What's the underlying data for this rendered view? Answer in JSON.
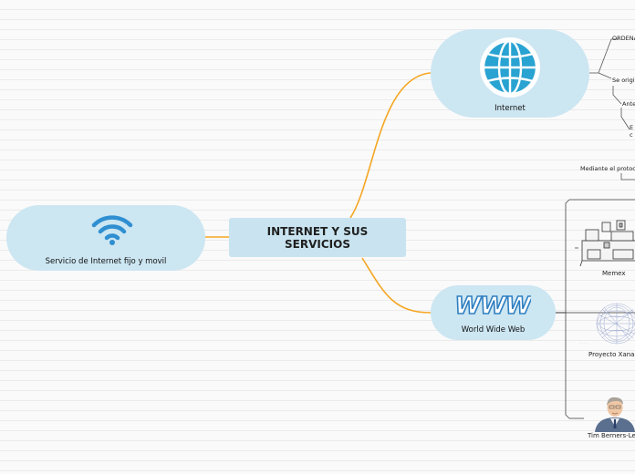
{
  "central": {
    "line1": "INTERNET Y SUS",
    "line2": "SERVICIOS"
  },
  "left_node": {
    "label": "Servicio de Internet fijo y movil",
    "icon": "wifi-icon"
  },
  "internet_node": {
    "label": "Internet",
    "icon": "globe-icon"
  },
  "www_node": {
    "label": "World Wide Web",
    "icon_text": "WWW"
  },
  "internet_children": [
    "ORDENA",
    "Se origi",
    "Ante",
    "E",
    "c",
    "Mediante el protoc"
  ],
  "www_children": [
    {
      "label": "Memex",
      "icon": "memex-machine-image"
    },
    {
      "label": "Proyecto Xanad",
      "icon": "xanadu-network-image"
    },
    {
      "label": "Tim Berners-Lee",
      "icon": "person-portrait-image"
    }
  ],
  "colors": {
    "branch": "#f5a623",
    "pill": "#cce6f2",
    "central": "#c9e4f0",
    "globe": "#29a3d1",
    "www": "#2f7fc1"
  }
}
